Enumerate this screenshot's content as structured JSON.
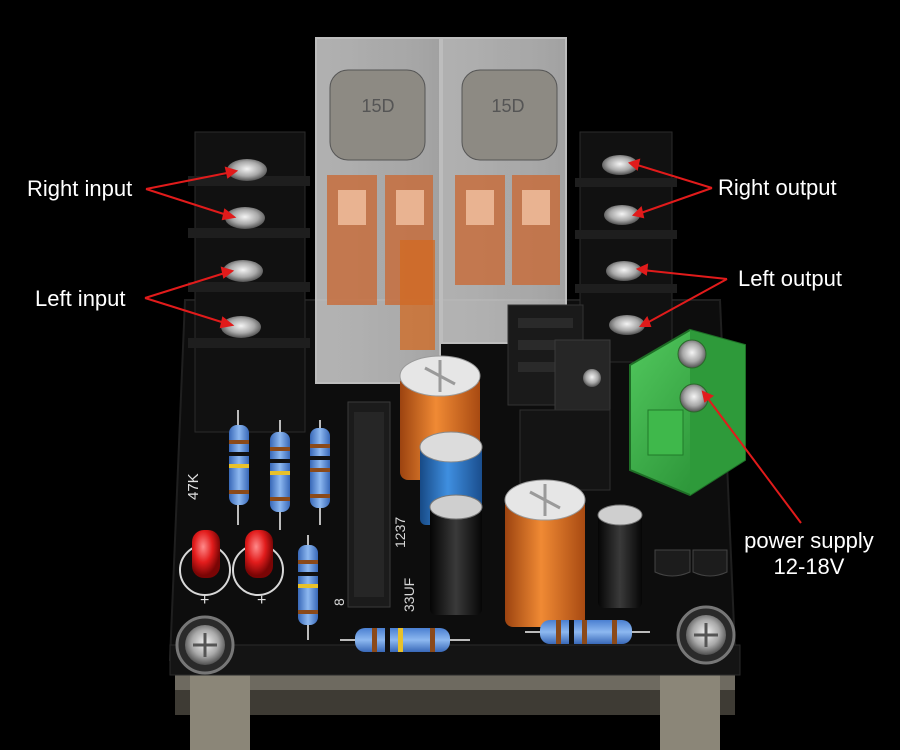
{
  "annotations": {
    "right_input": "Right input",
    "left_input": "Left input",
    "right_output": "Right output",
    "left_output": "Left output",
    "power_supply_line1": "power supply",
    "power_supply_line2": "12-18V"
  },
  "board_markings": {
    "relay_left": "15D",
    "relay_right": "15D",
    "resistor_label": "47K",
    "regulator_label": "1237",
    "cap_label": "33UF",
    "pin_label": "8",
    "led_plus_1": "+",
    "led_plus_2": "+"
  },
  "colors": {
    "annotation_arrow": "#e11b1b",
    "pcb": "#0b0b0b",
    "terminal_block": "#3bb54a",
    "relay_shell": "#e8e8e8",
    "capacitor_orange": "#e0721e",
    "capacitor_blue": "#2f78c8",
    "led_red": "#e21c1c"
  }
}
